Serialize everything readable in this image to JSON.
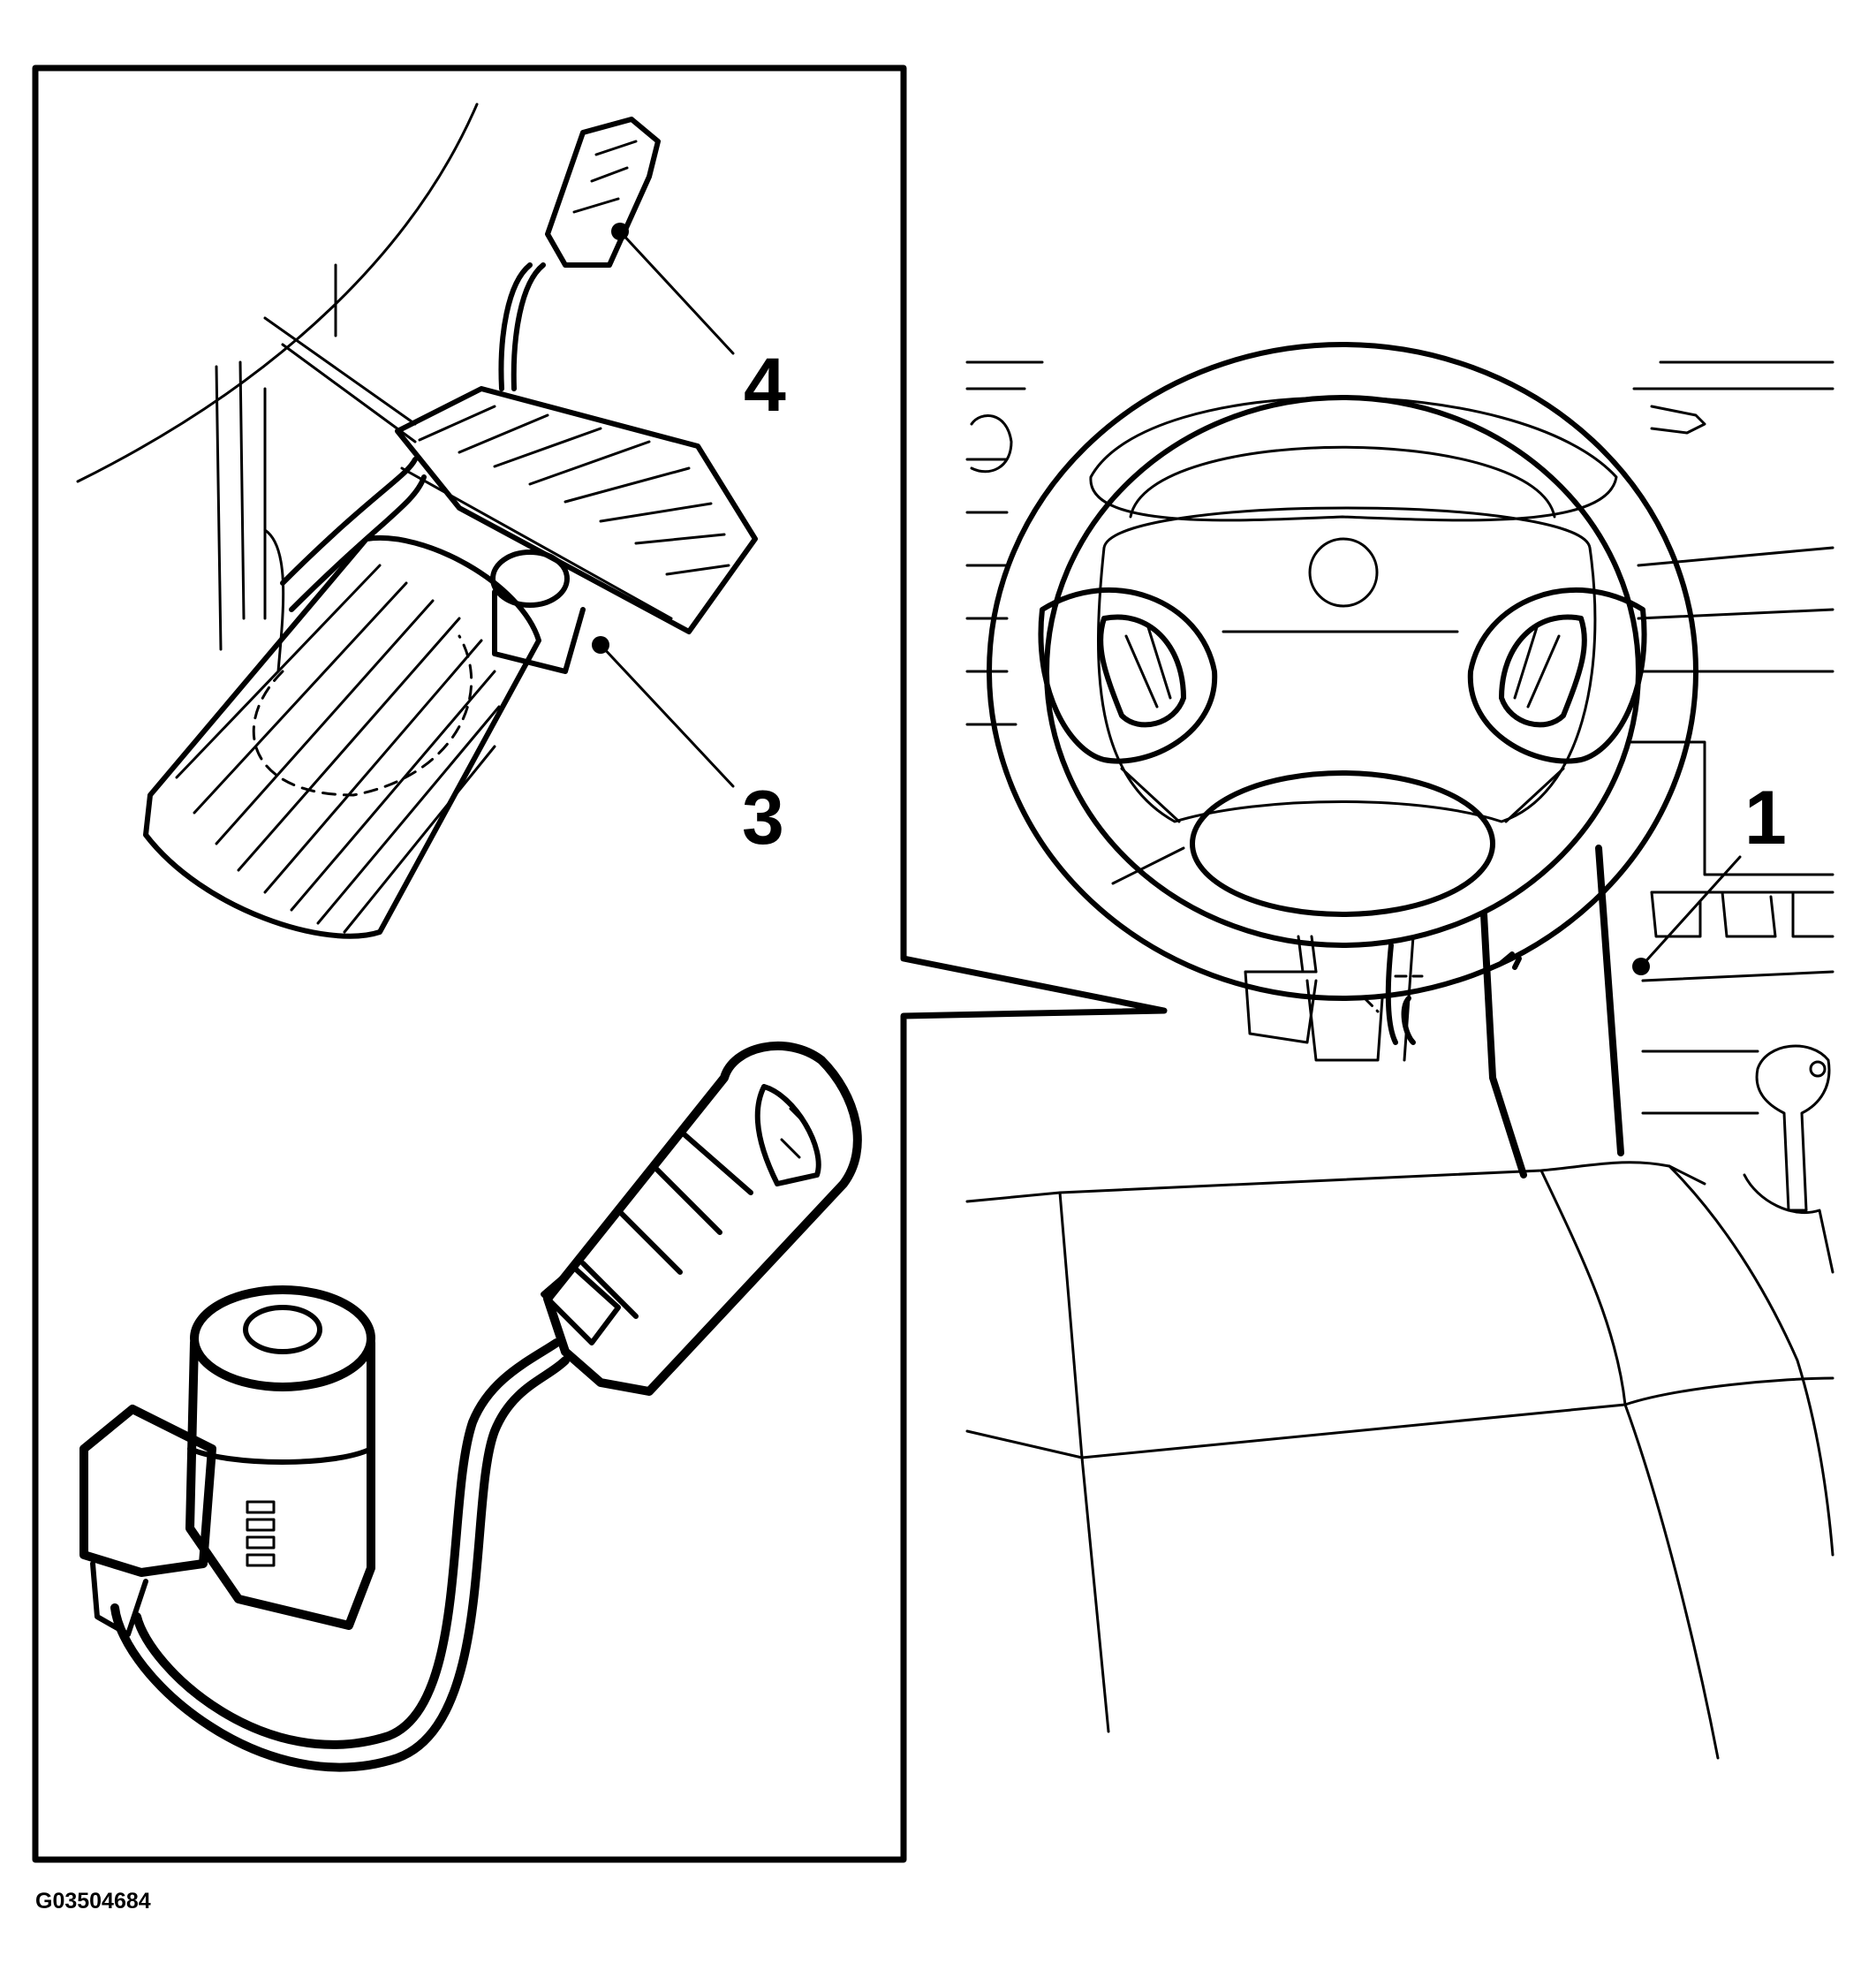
{
  "callouts": [
    {
      "id": "1",
      "label": "1"
    },
    {
      "id": "3",
      "label": "3"
    },
    {
      "id": "4",
      "label": "4"
    }
  ],
  "figure_id": "G03504684",
  "colors": {
    "ink": "#000000",
    "background": "#ffffff"
  }
}
